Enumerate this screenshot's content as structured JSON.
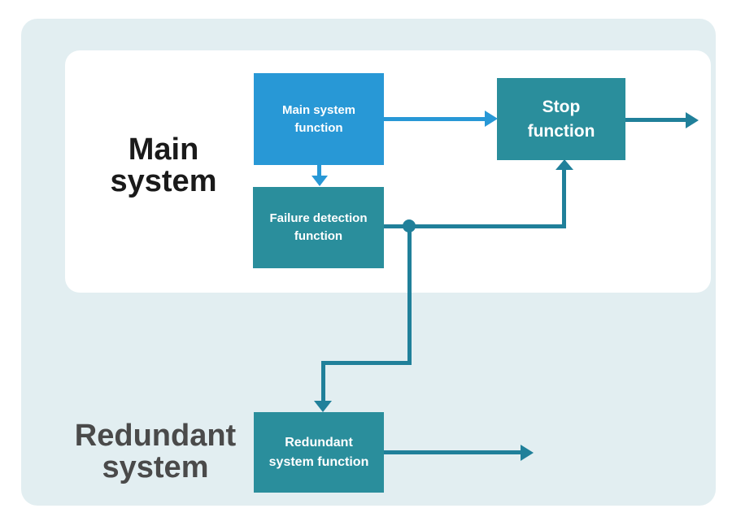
{
  "groups": {
    "main": {
      "label": "Main\nsystem"
    },
    "redundant": {
      "label": "Redundant\nsystem"
    }
  },
  "nodes": {
    "main_function": {
      "label": "Main system\nfunction"
    },
    "stop_function": {
      "label": "Stop\nfunction"
    },
    "failure_detection": {
      "label": "Failure detection\nfunction"
    },
    "redundant_function": {
      "label": "Redundant\nsystem function"
    }
  },
  "connectors": {
    "main_to_stop": "arrow right, blue",
    "main_to_failure": "arrow down, blue",
    "failure_to_stop": "elbow up into stop function, teal",
    "failure_to_redundant": "elbow down into redundant system function, teal",
    "stop_output": "arrow right, teal",
    "redundant_output": "arrow right, teal"
  },
  "colors": {
    "page_background": "#ffffff",
    "panel_background": "#e2eef1",
    "region_background": "#ffffff",
    "primary_blue": "#2898d6",
    "teal_box": "#2a8e9c",
    "teal_line": "#20809a",
    "main_label_text": "#1a1a1a",
    "redundant_label_text": "#4a4a4a",
    "node_text": "#ffffff"
  }
}
